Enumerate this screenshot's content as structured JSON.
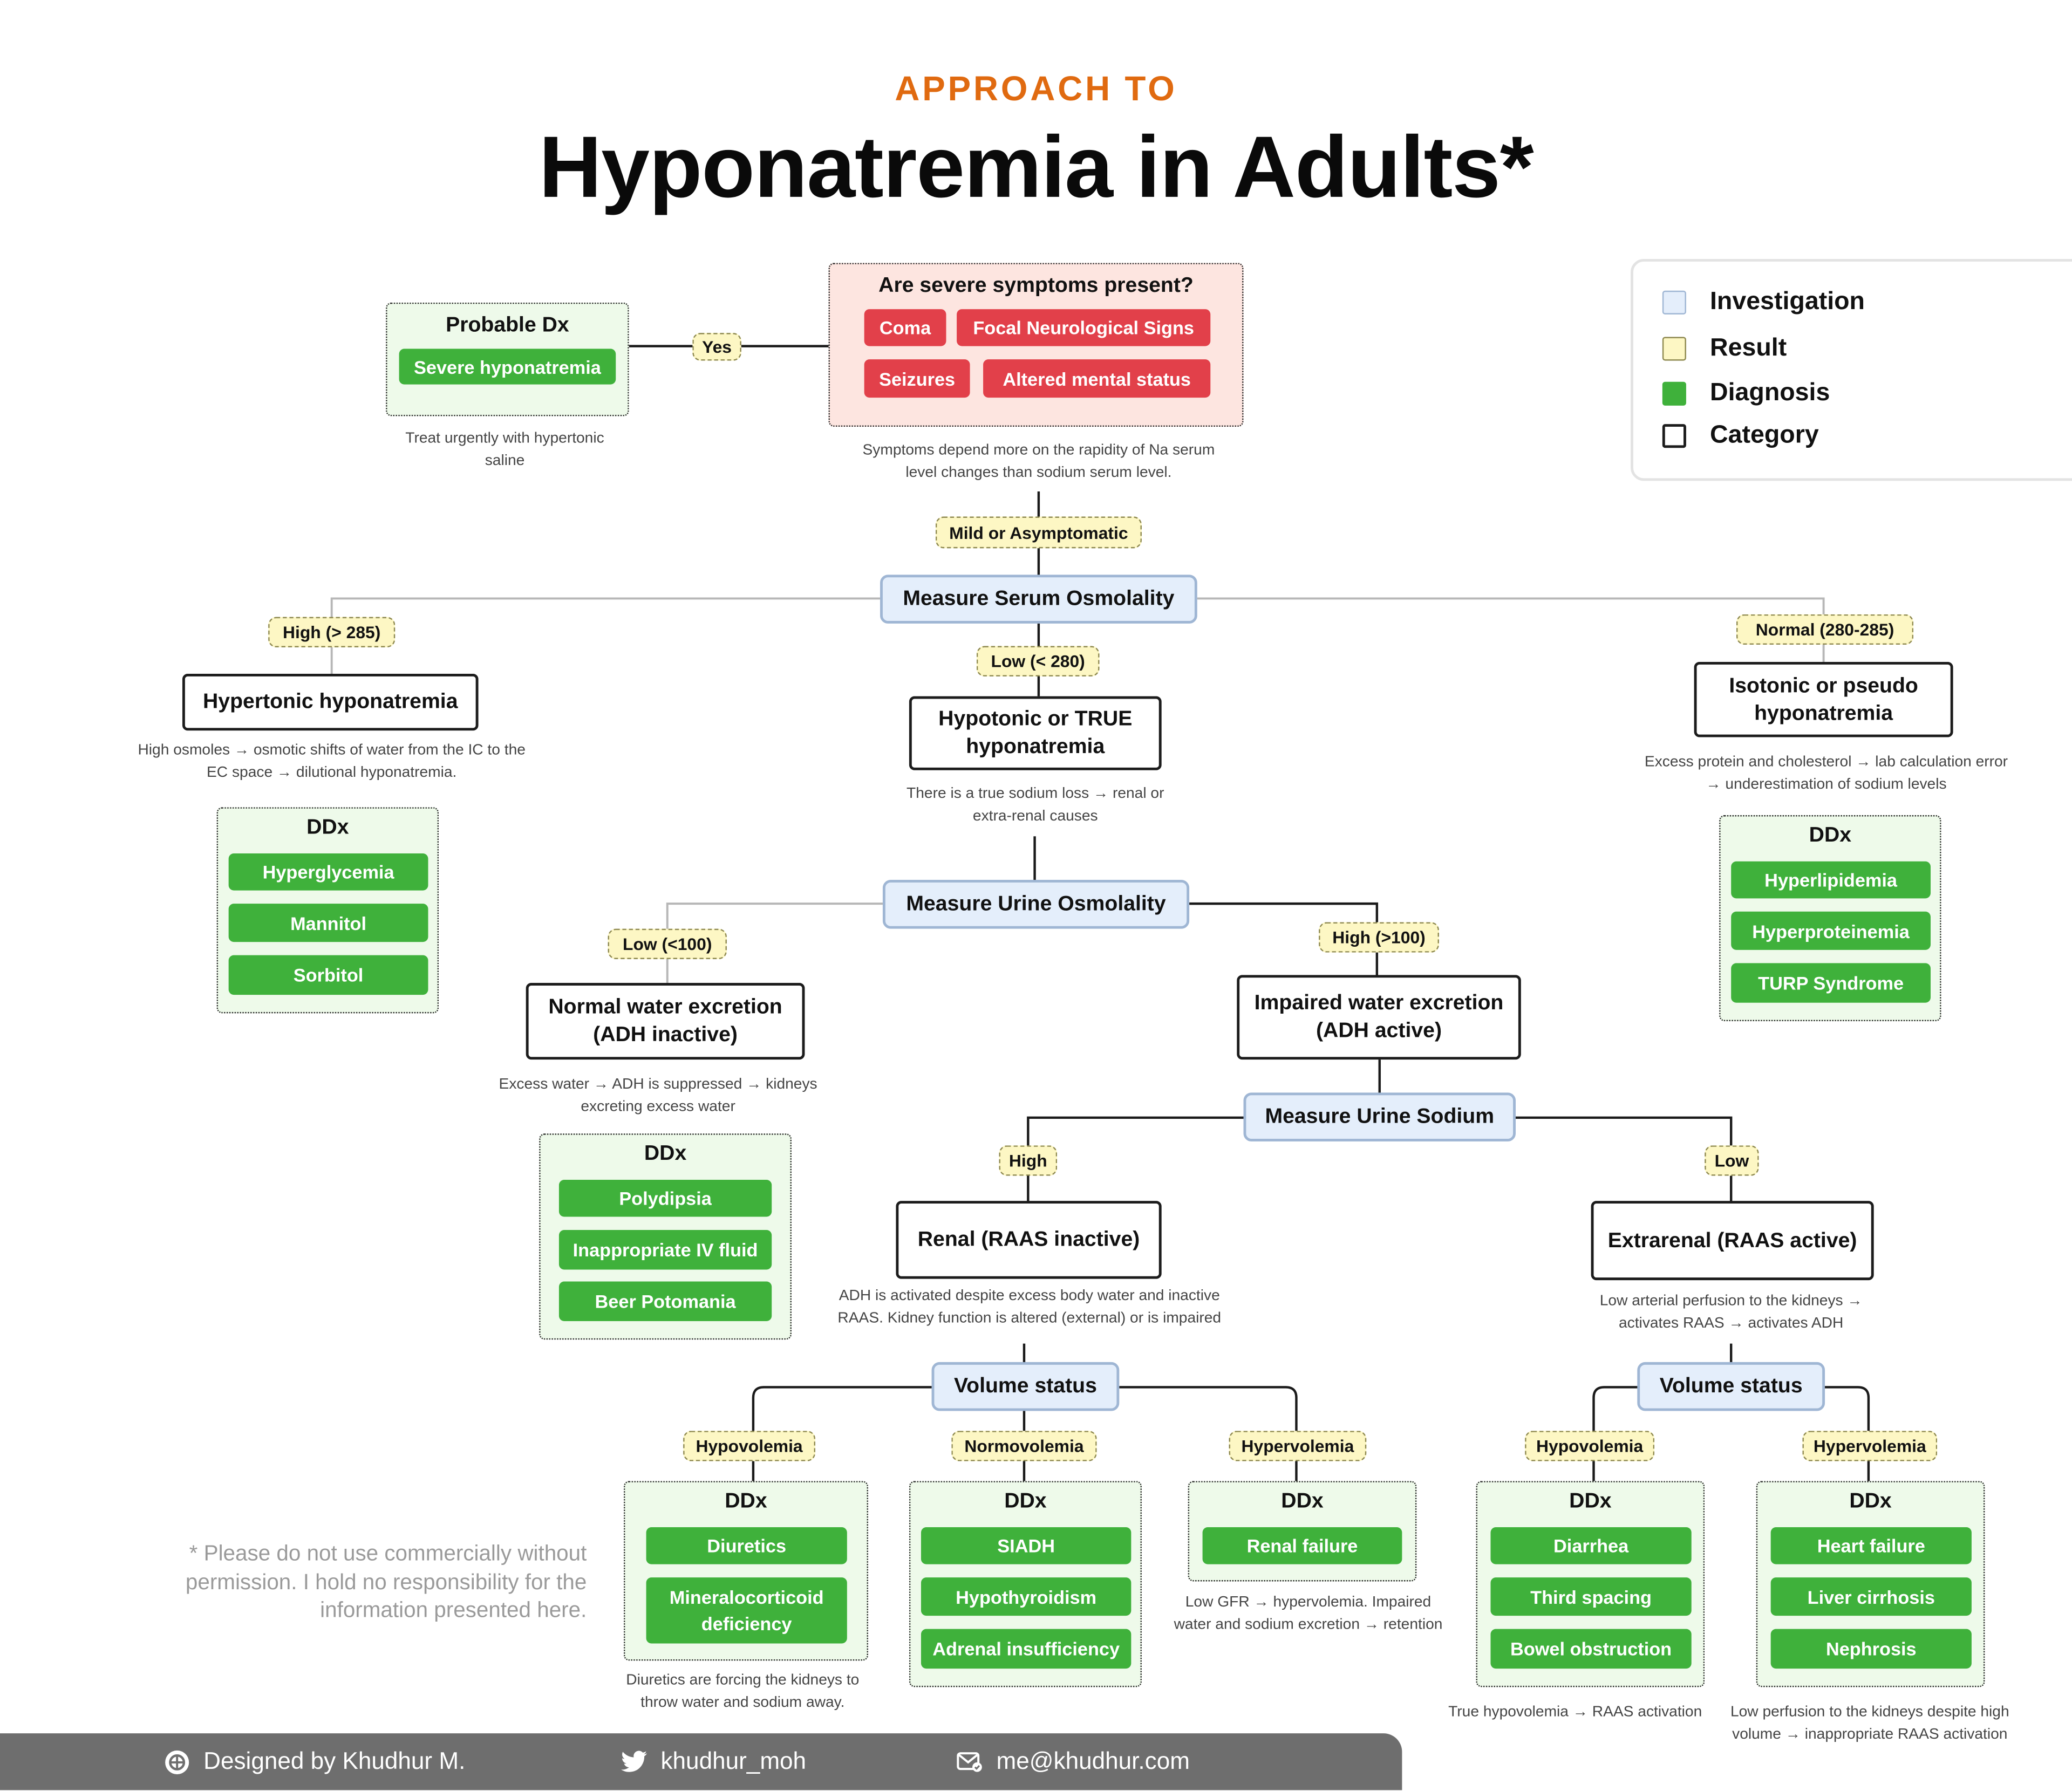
{
  "header": {
    "supertitle": "APPROACH TO",
    "title": "Hyponatremia in Adults*"
  },
  "legend": {
    "items": [
      {
        "label": "Investigation",
        "color": "#e4eefb",
        "border": "#9fb6d4"
      },
      {
        "label": "Result",
        "color": "#fdf7c4",
        "border": "#8f8a50"
      },
      {
        "label": "Diagnosis",
        "color": "#3fb13b",
        "border": "#3fb13b"
      },
      {
        "label": "Category",
        "color": "#ffffff",
        "border": "#1c1c1c"
      }
    ]
  },
  "severe": {
    "question": "Are severe symptoms present?",
    "symptoms": [
      "Coma",
      "Focal Neurological Signs",
      "Seizures",
      "Altered mental status"
    ],
    "note": "Symptoms depend more on the rapidity of Na serum level changes than sodium serum level.",
    "yes_label": "Yes",
    "probable_title": "Probable Dx",
    "probable_dx": "Severe hyponatremia",
    "probable_note": "Treat urgently with hypertonic saline",
    "mild_label": "Mild or Asymptomatic"
  },
  "serum": {
    "label": "Measure Serum Osmolality",
    "high_label": "High (> 285)",
    "low_label": "Low (< 280)",
    "normal_label": "Normal (280-285)"
  },
  "hypertonic": {
    "category": "Hypertonic hyponatremia",
    "note": "High osmoles → osmotic shifts of water from the IC to the EC space → dilutional hyponatremia.",
    "ddx_title": "DDx",
    "ddx": [
      "Hyperglycemia",
      "Mannitol",
      "Sorbitol"
    ]
  },
  "hypotonic": {
    "category": "Hypotonic or TRUE hyponatremia",
    "note": "There is a true sodium loss → renal or extra-renal causes"
  },
  "isotonic": {
    "category": "Isotonic or pseudo hyponatremia",
    "note": "Excess protein and cholesterol → lab calculation error → underestimation of sodium levels",
    "ddx_title": "DDx",
    "ddx": [
      "Hyperlipidemia",
      "Hyperproteinemia",
      "TURP Syndrome"
    ]
  },
  "urine_osm": {
    "label": "Measure Urine Osmolality",
    "low_label": "Low (<100)",
    "high_label": "High (>100)"
  },
  "normal_water": {
    "category": "Normal water excretion (ADH inactive)",
    "note": "Excess water → ADH is suppressed → kidneys excreting excess water",
    "ddx_title": "DDx",
    "ddx": [
      "Polydipsia",
      "Inappropriate IV fluid",
      "Beer Potomania"
    ]
  },
  "impaired_water": {
    "category": "Impaired water excretion (ADH active)"
  },
  "urine_na": {
    "label": "Measure Urine Sodium",
    "high_label": "High",
    "low_label": "Low"
  },
  "renal": {
    "category": "Renal (RAAS inactive)",
    "note": "ADH is activated despite excess body water and inactive RAAS. Kidney function is altered (external) or is impaired",
    "volume_label": "Volume status",
    "hypo": {
      "label": "Hypovolemia",
      "ddx_title": "DDx",
      "ddx": [
        "Diuretics",
        "Mineralocorticoid deficiency"
      ],
      "note": "Diuretics are forcing the kidneys to throw water and sodium away."
    },
    "normo": {
      "label": "Normovolemia",
      "ddx_title": "DDx",
      "ddx": [
        "SIADH",
        "Hypothyroidism",
        "Adrenal insufficiency"
      ]
    },
    "hyper": {
      "label": "Hypervolemia",
      "ddx_title": "DDx",
      "ddx": [
        "Renal failure"
      ],
      "note": "Low GFR → hypervolemia. Impaired water and sodium excretion → retention"
    }
  },
  "extrarenal": {
    "category": "Extrarenal (RAAS active)",
    "note": "Low arterial perfusion to the kidneys → activates RAAS → activates ADH",
    "volume_label": "Volume status",
    "hypo": {
      "label": "Hypovolemia",
      "ddx_title": "DDx",
      "ddx": [
        "Diarrhea",
        "Third spacing",
        "Bowel obstruction"
      ],
      "note": "True hypovolemia → RAAS activation"
    },
    "hyper": {
      "label": "Hypervolemia",
      "ddx_title": "DDx",
      "ddx": [
        "Heart failure",
        "Liver cirrhosis",
        "Nephrosis"
      ],
      "note": "Low perfusion to the kidneys despite high volume → inappropriate RAAS activation"
    }
  },
  "disclaimer": "* Please do not use commercially without permission. I hold no responsibility for the information presented here.",
  "footer": {
    "designer": "Designed by Khudhur M.",
    "twitter": "khudhur_moh",
    "email": "me@khudhur.com"
  }
}
